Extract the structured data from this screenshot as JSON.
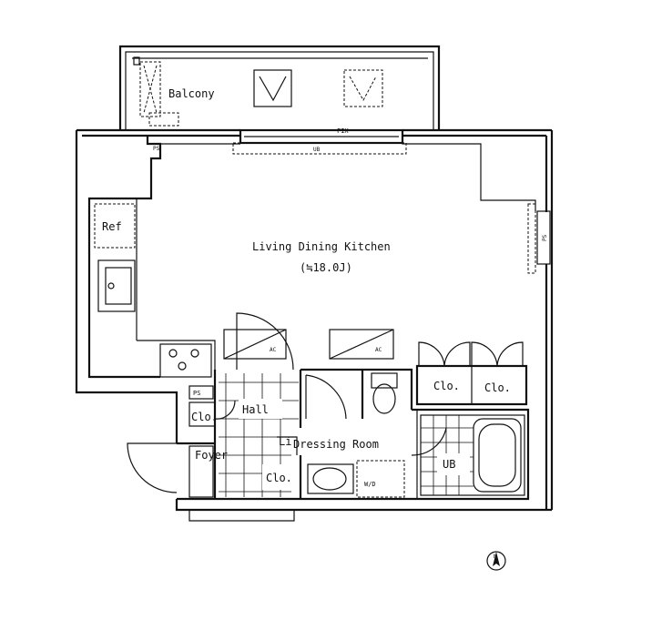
{
  "rooms": {
    "balcony": "Balcony",
    "ldk": "Living Dining Kitchen",
    "ldk_size": "(≒18.0J)",
    "hall": "Hall",
    "foyer": "Foyer",
    "dressing": "Dressing Room",
    "ub": "UB",
    "wd": "W/D",
    "ref": "Ref",
    "clo1": "Clo.",
    "clo2": "Clo.",
    "clo_hall": "Clo.",
    "clo_foyer": "Clo.",
    "ps_hall": "PS",
    "ps_top": "PS",
    "ps_right": "PS",
    "fix": "FIX",
    "ac1": "AC",
    "ac2": "AC",
    "ub_top": "UB",
    "li": "Li"
  },
  "compass": {
    "label": "N"
  }
}
